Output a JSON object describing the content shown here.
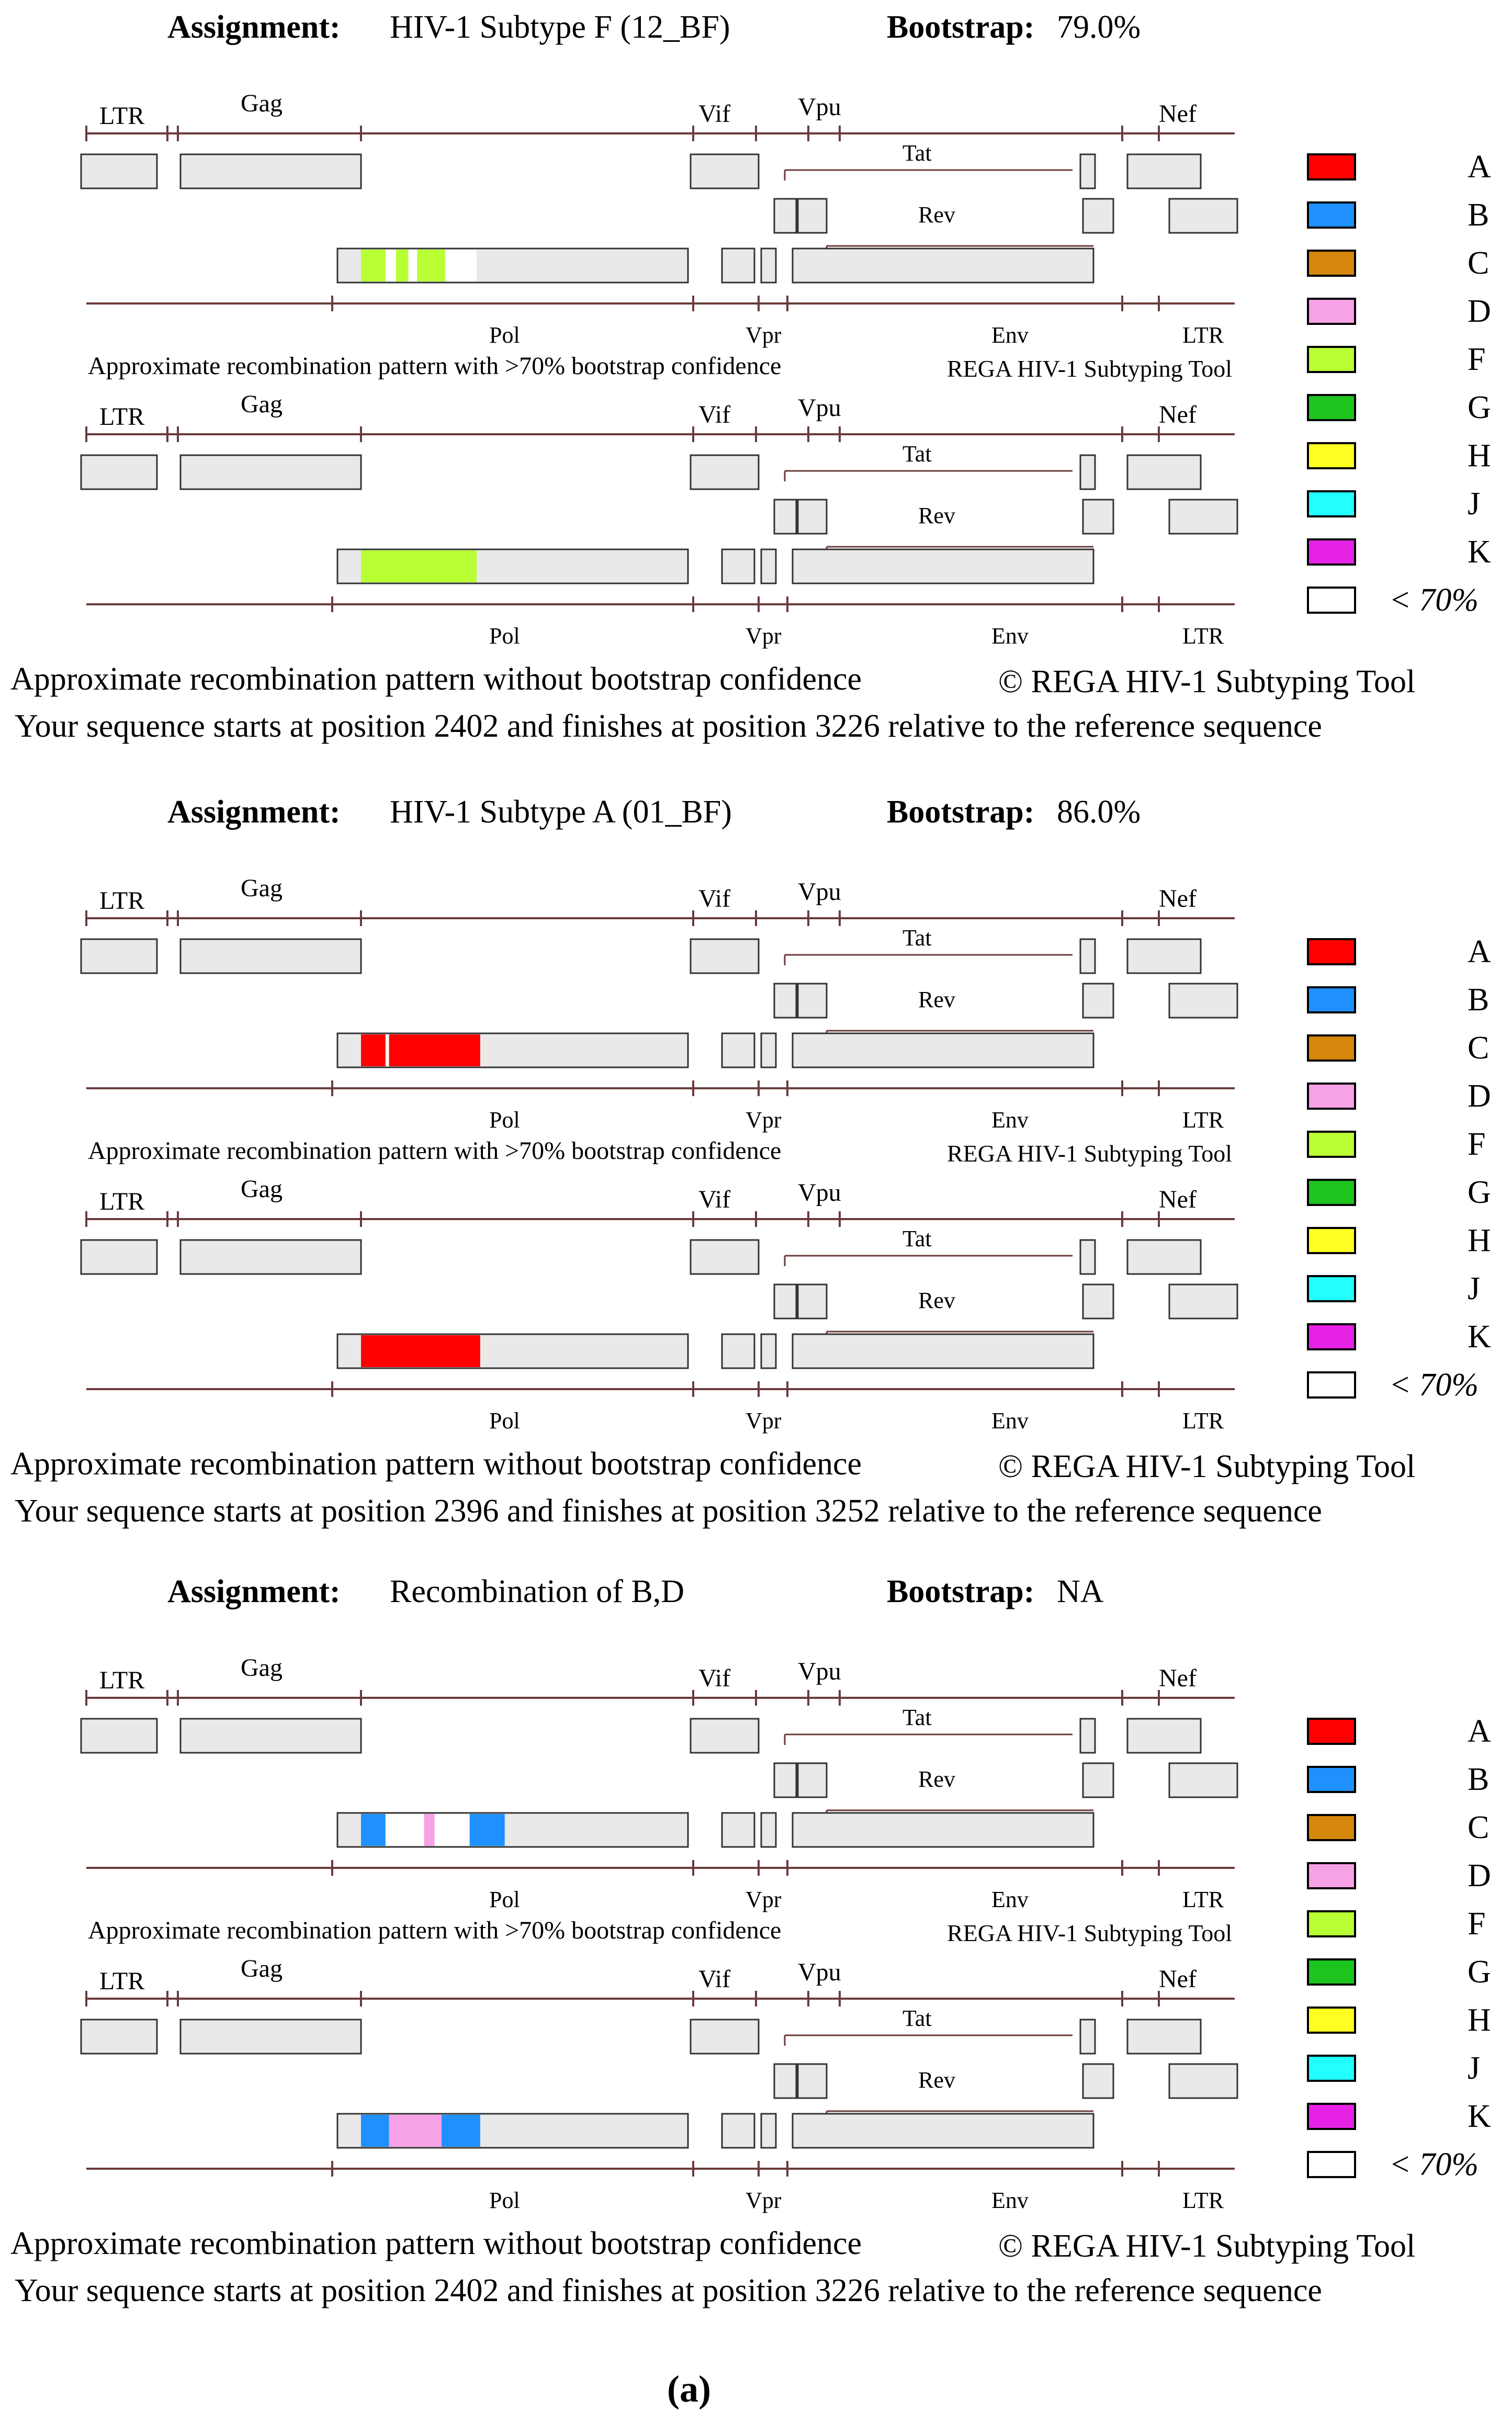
{
  "legend": {
    "items": [
      {
        "label": "A",
        "color": "#ff0000"
      },
      {
        "label": "B",
        "color": "#1e90ff"
      },
      {
        "label": "C",
        "color": "#d4870a"
      },
      {
        "label": "D",
        "color": "#f7a1e6"
      },
      {
        "label": "F",
        "color": "#b8ff33"
      },
      {
        "label": "G",
        "color": "#1ec41e"
      },
      {
        "label": "H",
        "color": "#ffff22"
      },
      {
        "label": "J",
        "color": "#22ffff"
      },
      {
        "label": "K",
        "color": "#e622e6"
      },
      {
        "label": "< 70%",
        "color": "#ffffff"
      }
    ]
  },
  "gene_labels": {
    "ltr_left": "LTR",
    "gag": "Gag",
    "vif": "Vif",
    "vpu": "Vpu",
    "nef": "Nef",
    "tat": "Tat",
    "rev": "Rev",
    "pol": "Pol",
    "vpr": "Vpr",
    "env": "Env",
    "ltr_right": "LTR"
  },
  "text": {
    "assignment_label": "Assignment:",
    "bootstrap_label": "Bootstrap:",
    "caption_with_confidence": "Approximate recombination pattern with >70% bootstrap confidence",
    "tool_name": "REGA HIV-1 Subtyping Tool",
    "caption_without_confidence": "Approximate recombination pattern without bootstrap confidence",
    "tool_copyright": "© REGA HIV-1 Subtyping Tool",
    "figure_label": "(a)"
  },
  "panels": [
    {
      "assignment": "HIV-1 Subtype F (12_BF)",
      "bootstrap": "79.0%",
      "position_note": "Your sequence starts at position 2402 and finishes at position 3226 relative to the reference sequence",
      "maps": [
        {
          "segments": [
            {
              "start": 0.0,
              "end": 0.07,
              "color": "#b8ff33"
            },
            {
              "start": 0.07,
              "end": 0.1,
              "color": "#ffffff"
            },
            {
              "start": 0.1,
              "end": 0.135,
              "color": "#b8ff33"
            },
            {
              "start": 0.135,
              "end": 0.16,
              "color": "#ffffff"
            },
            {
              "start": 0.16,
              "end": 0.24,
              "color": "#b8ff33"
            },
            {
              "start": 0.24,
              "end": 0.33,
              "color": "#ffffff"
            }
          ]
        },
        {
          "segments": [
            {
              "start": 0.0,
              "end": 0.33,
              "color": "#b8ff33"
            }
          ]
        }
      ]
    },
    {
      "assignment": "HIV-1 Subtype A (01_BF)",
      "bootstrap": "86.0%",
      "position_note": "Your sequence starts at position 2396 and finishes at position 3252 relative to the reference sequence",
      "maps": [
        {
          "segments": [
            {
              "start": 0.0,
              "end": 0.07,
              "color": "#ff0000"
            },
            {
              "start": 0.07,
              "end": 0.08,
              "color": "#ffffff"
            },
            {
              "start": 0.08,
              "end": 0.34,
              "color": "#ff0000"
            }
          ]
        },
        {
          "segments": [
            {
              "start": 0.0,
              "end": 0.34,
              "color": "#ff0000"
            }
          ]
        }
      ]
    },
    {
      "assignment": "Recombination of B,D",
      "bootstrap": "NA",
      "position_note": "Your sequence starts at position 2402 and finishes at position 3226 relative to the reference sequence",
      "maps": [
        {
          "segments": [
            {
              "start": 0.0,
              "end": 0.07,
              "color": "#1e90ff"
            },
            {
              "start": 0.07,
              "end": 0.18,
              "color": "#ffffff"
            },
            {
              "start": 0.18,
              "end": 0.21,
              "color": "#f7a1e6"
            },
            {
              "start": 0.21,
              "end": 0.31,
              "color": "#ffffff"
            },
            {
              "start": 0.31,
              "end": 0.41,
              "color": "#1e90ff"
            }
          ]
        },
        {
          "segments": [
            {
              "start": 0.0,
              "end": 0.08,
              "color": "#1e90ff"
            },
            {
              "start": 0.08,
              "end": 0.23,
              "color": "#f7a1e6"
            },
            {
              "start": 0.23,
              "end": 0.34,
              "color": "#1e90ff"
            }
          ]
        }
      ]
    }
  ]
}
